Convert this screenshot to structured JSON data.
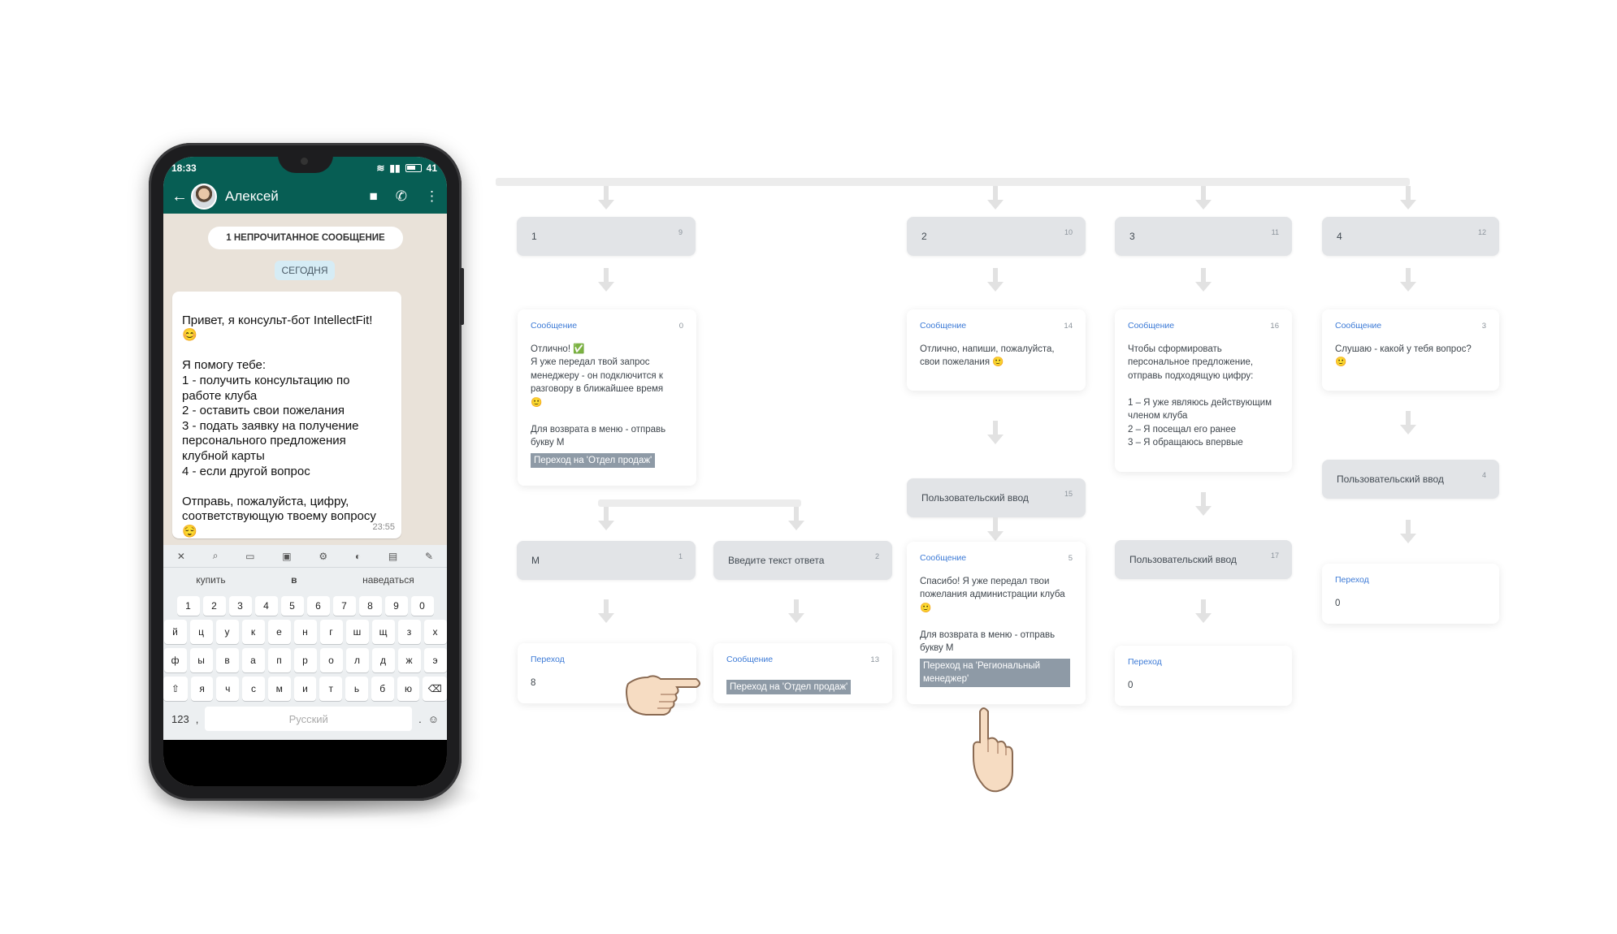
{
  "phone": {
    "status": {
      "time": "18:33",
      "battery": "41"
    },
    "contact_name": "Алексей",
    "unread_pill": "1 НЕПРОЧИТАННОЕ СООБЩЕНИЕ",
    "today_label": "СЕГОДНЯ",
    "message": {
      "text": "Привет, я консульт-бот IntellectFit!\n😊\n\nЯ помогу тебе:\n1 - получить консультацию по работе клуба\n2 - оставить свои пожелания\n3 - подать заявку на получение персонального предложения клубной карты\n4 - если другой вопрос\n\nОтправь, пожалуйста, цифру, соответствующую твоему вопросу\n😌",
      "time": "23:55"
    },
    "keyboard": {
      "suggestions": [
        "купить",
        "в",
        "наведаться"
      ],
      "num_row": [
        "1",
        "2",
        "3",
        "4",
        "5",
        "6",
        "7",
        "8",
        "9",
        "0"
      ],
      "row1": [
        "й",
        "ц",
        "у",
        "к",
        "е",
        "н",
        "г",
        "ш",
        "щ",
        "з",
        "х"
      ],
      "row2": [
        "ф",
        "ы",
        "в",
        "а",
        "п",
        "р",
        "о",
        "л",
        "д",
        "ж",
        "э"
      ],
      "row3": [
        "я",
        "ч",
        "с",
        "м",
        "и",
        "т",
        "ь",
        "б",
        "ю"
      ],
      "num_key": "123",
      "space_label": "Русский"
    }
  },
  "flow": {
    "branch1": {
      "label": "1",
      "id": "9"
    },
    "branch2": {
      "label": "2",
      "id": "10"
    },
    "branch3": {
      "label": "3",
      "id": "11"
    },
    "branch4": {
      "label": "4",
      "id": "12"
    },
    "msg1": {
      "title": "Сообщение",
      "id": "0",
      "text": "Отлично! ✅\nЯ уже передал твой запрос менеджеру - он подключится к разговору в ближайшее время\n🙂\n\nДля возврата в меню - отправь букву М",
      "link": "Переход на 'Отдел продаж'"
    },
    "msg2": {
      "title": "Сообщение",
      "id": "14",
      "text": "Отлично, напиши, пожалуйста, свои пожелания 🙂"
    },
    "msg3": {
      "title": "Сообщение",
      "id": "16",
      "text": "Чтобы сформировать персональное предложение, отправь подходящую цифру:\n\n1 – Я уже являюсь действующим членом клуба\n2 – Я посещал его ранее\n3 – Я обращаюсь впервые"
    },
    "msg4": {
      "title": "Сообщение",
      "id": "3",
      "text": "Слушаю - какой у тебя вопрос?\n🙂"
    },
    "input_m": {
      "label": "М",
      "id": "1"
    },
    "input_other": {
      "label": "Введите текст ответа",
      "id": "2"
    },
    "user_input_15": {
      "label": "Пользовательский ввод",
      "id": "15"
    },
    "user_input_17": {
      "label": "Пользовательский ввод",
      "id": "17"
    },
    "user_input_4": {
      "label": "Пользовательский ввод",
      "id": "4"
    },
    "jump_8": {
      "title": "Переход",
      "value": "8"
    },
    "msg13": {
      "title": "Сообщение",
      "id": "13",
      "link": "Переход на 'Отдел продаж'"
    },
    "msg5": {
      "title": "Сообщение",
      "id": "5",
      "text": "Спасибо! Я уже передал твои пожелания администрации клуба 🙂\n\nДля возврата в меню - отправь букву М",
      "link": "Переход на 'Региональный менеджер'"
    },
    "jump_0a": {
      "title": "Переход",
      "value": "0"
    },
    "jump_0b": {
      "title": "Переход",
      "value": "0"
    }
  },
  "colors": {
    "whatsapp_header": "#075e54",
    "node_gray": "#e2e4e7",
    "title_blue": "#3c7ad6",
    "link_bg": "#8e9aa6"
  }
}
